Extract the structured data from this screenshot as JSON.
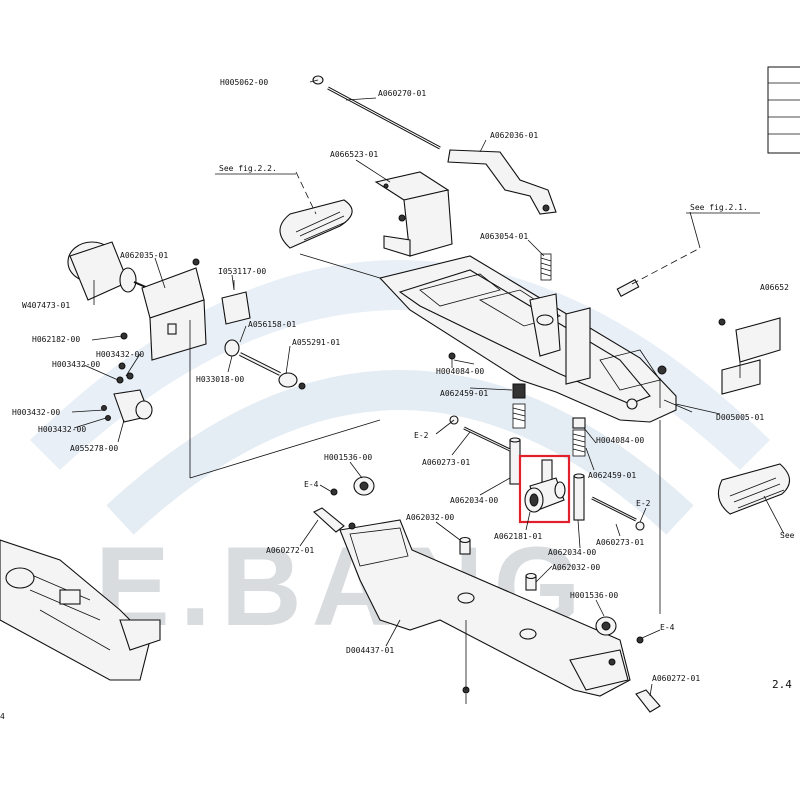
{
  "watermark": "E.BANG",
  "labels": {
    "H005062_00": "H005062-00",
    "A060270_01": "A060270-01",
    "A062036_01": "A062036-01",
    "A066523_01": "A066523-01",
    "see_fig_2_2": "See fig.2.2.",
    "see_fig_2_1": "See fig.2.1.",
    "A063054_01": "A063054-01",
    "A06652_partial": "A06652",
    "A062035_01": "A062035-01",
    "I053117_00": "I053117-00",
    "W407473_01": "W407473-01",
    "A056158_01": "A056158-01",
    "A055291_01": "A055291-01",
    "H062182_00": "H062182-00",
    "H003432_00_a": "H003432-00",
    "H003432_00_b": "H003432-00",
    "H033018_00": "H033018-00",
    "H004084_00_a": "H004084-00",
    "H003432_00_c": "H003432-00",
    "H003432_00_d": "H003432-00",
    "A062459_01_a": "A062459-01",
    "D005005_01": "D005005-01",
    "A055278_00": "A055278-00",
    "E_2_a": "E-2",
    "H004084_00_b": "H004084-00",
    "A060273_01_a": "A060273-01",
    "A062459_01_b": "A062459-01",
    "H001536_00_a": "H001536-00",
    "E_4_a": "E-4",
    "A062034_00_a": "A062034-00",
    "E_2_b": "E-2",
    "A062032_00_a": "A062032-00",
    "A062181_01": "A062181-01",
    "A060273_01_b": "A060273-01",
    "A060272_01_a": "A060272-01",
    "A062034_00_b": "A062034-00",
    "A062032_00_b": "A062032-00",
    "see_partial": "See",
    "H001536_00_b": "H001536-00",
    "E_4_b": "E-4",
    "D004437_01": "D004437-01",
    "A060272_01_b": "A060272-01",
    "fig_number": "2.4",
    "edge_mark": "4"
  },
  "highlight": {
    "part": "A062181-01",
    "color": "#e0202a"
  }
}
